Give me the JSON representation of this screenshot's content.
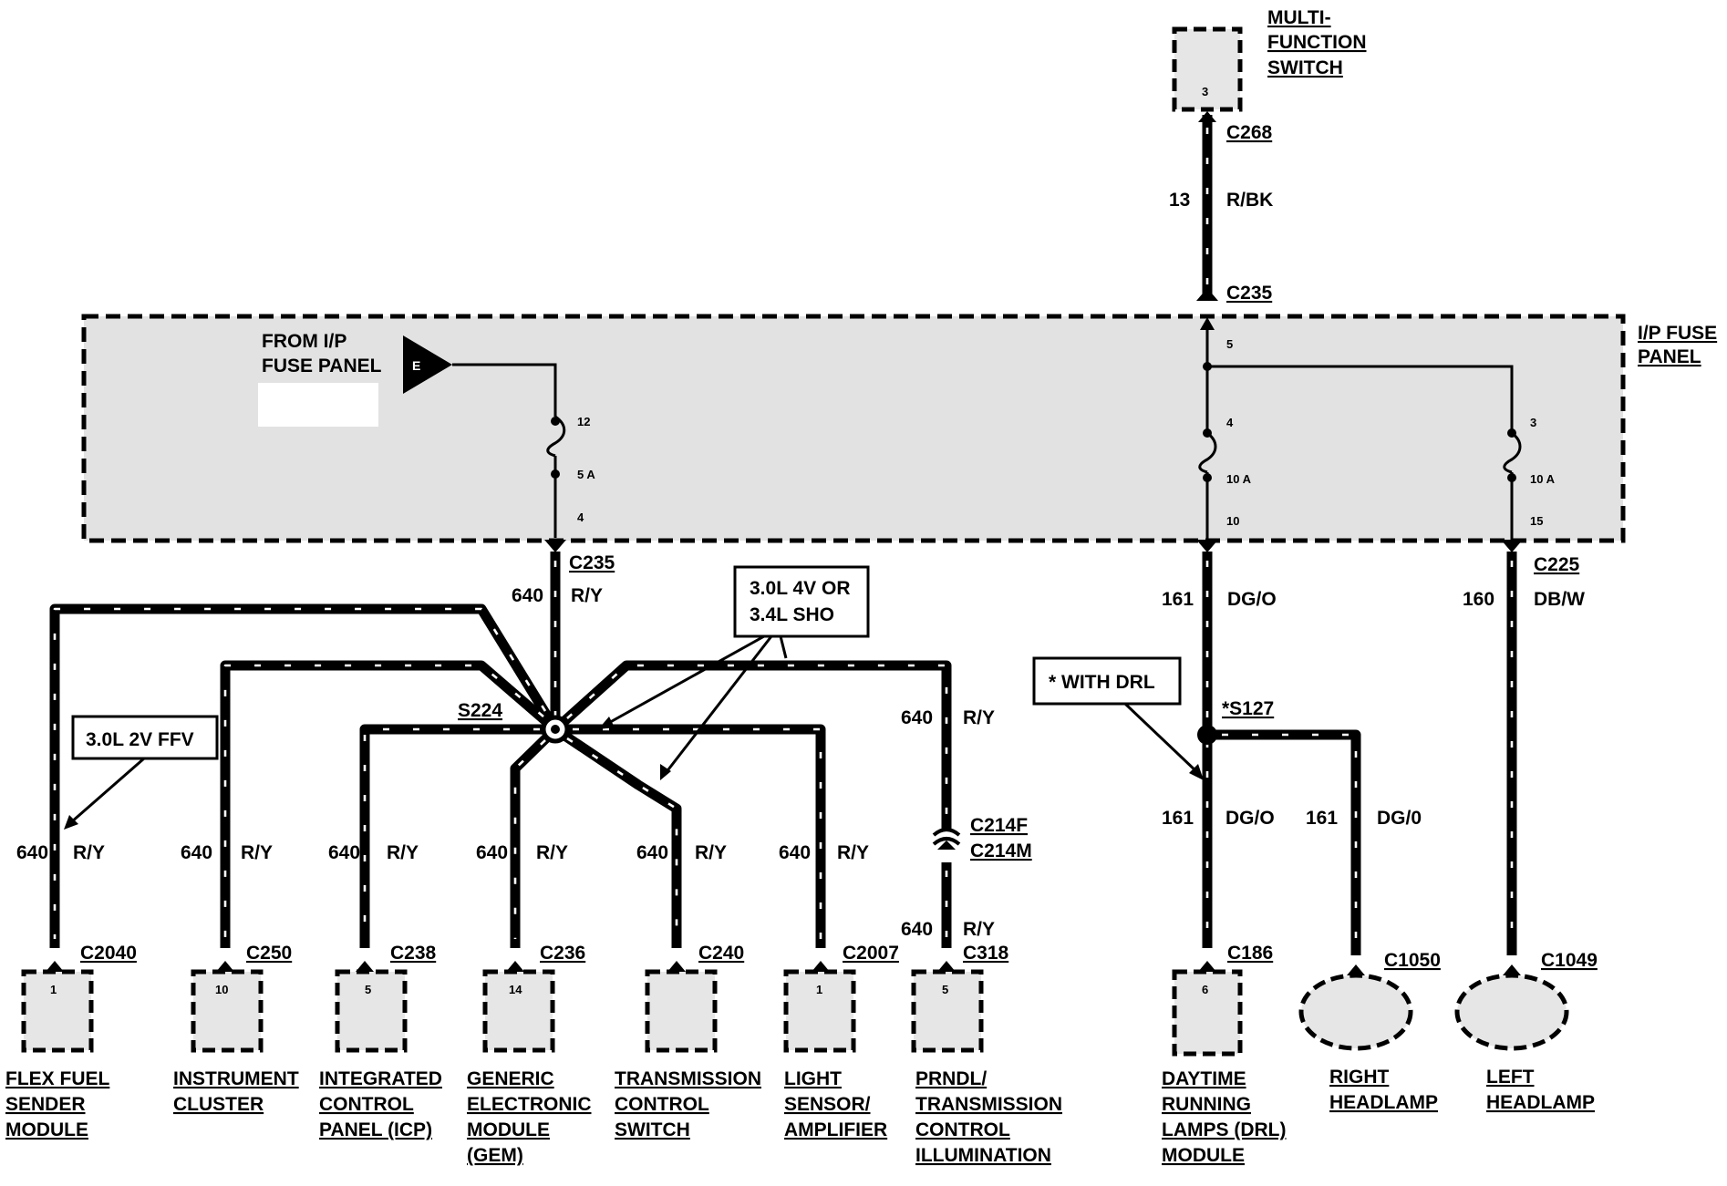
{
  "title": "",
  "panel": {
    "label_l1": "I/P FUSE",
    "label_l2": "PANEL",
    "from_l1": "FROM I/P",
    "from_l2": "FUSE PANEL",
    "source_letter": "E",
    "fuse_left": {
      "in_pin": "12",
      "rating": "5 A",
      "out_pin": "4"
    },
    "fuse_mid": {
      "top_pin": "5",
      "in_pin": "4",
      "rating": "10 A",
      "out_pin": "10"
    },
    "fuse_right": {
      "in_pin": "3",
      "rating": "10 A",
      "out_pin": "15"
    }
  },
  "top_component": {
    "l1": "MULTI-",
    "l2": "FUNCTION",
    "l3": "SWITCH",
    "pin": "3"
  },
  "connectors": {
    "c268": "C268",
    "c235_top": "C235",
    "c235_left": "C235",
    "c225": "C225",
    "c214f": "C214F",
    "c214m": "C214M",
    "c318": "C318",
    "c2040": "C2040",
    "c250": "C250",
    "c238": "C238",
    "c236": "C236",
    "c240": "C240",
    "c2007": "C2007",
    "c186": "C186",
    "c1050": "C1050",
    "c1049": "C1049"
  },
  "splices": {
    "s224": "S224",
    "s127": "*S127"
  },
  "wires": {
    "w13": {
      "circuit": "13",
      "color": "R/BK"
    },
    "w640": {
      "circuit": "640",
      "color": "R/Y"
    },
    "w161": {
      "circuit": "161",
      "color": "DG/O"
    },
    "w161b": {
      "circuit": "161",
      "color": "DG/0"
    },
    "w160": {
      "circuit": "160",
      "color": "DB/W"
    }
  },
  "callouts": {
    "ffv": "3.0L 2V FFV",
    "sho_l1": "3.0L 4V OR",
    "sho_l2": "3.4L SHO",
    "drl": "* WITH DRL"
  },
  "components": [
    {
      "pin": "1",
      "l1": "FLEX FUEL",
      "l2": "SENDER",
      "l3": "MODULE",
      "l4": ""
    },
    {
      "pin": "10",
      "l1": "INSTRUMENT",
      "l2": "CLUSTER",
      "l3": "",
      "l4": ""
    },
    {
      "pin": "5",
      "l1": "INTEGRATED",
      "l2": "CONTROL",
      "l3": "PANEL (ICP)",
      "l4": ""
    },
    {
      "pin": "14",
      "l1": "GENERIC",
      "l2": "ELECTRONIC",
      "l3": "MODULE",
      "l4": "(GEM)"
    },
    {
      "pin": "",
      "l1": "TRANSMISSION",
      "l2": "CONTROL",
      "l3": "SWITCH",
      "l4": ""
    },
    {
      "pin": "1",
      "l1": "LIGHT",
      "l2": "SENSOR/",
      "l3": "AMPLIFIER",
      "l4": ""
    },
    {
      "pin": "5",
      "l1": "PRNDL/",
      "l2": "TRANSMISSION",
      "l3": "CONTROL",
      "l4": "ILLUMINATION"
    },
    {
      "pin": "6",
      "l1": "DAYTIME",
      "l2": "RUNNING",
      "l3": "LAMPS (DRL)",
      "l4": "MODULE"
    }
  ],
  "lamps": {
    "right_l1": "RIGHT",
    "right_l2": "HEADLAMP",
    "left_l1": "LEFT",
    "left_l2": "HEADLAMP"
  }
}
